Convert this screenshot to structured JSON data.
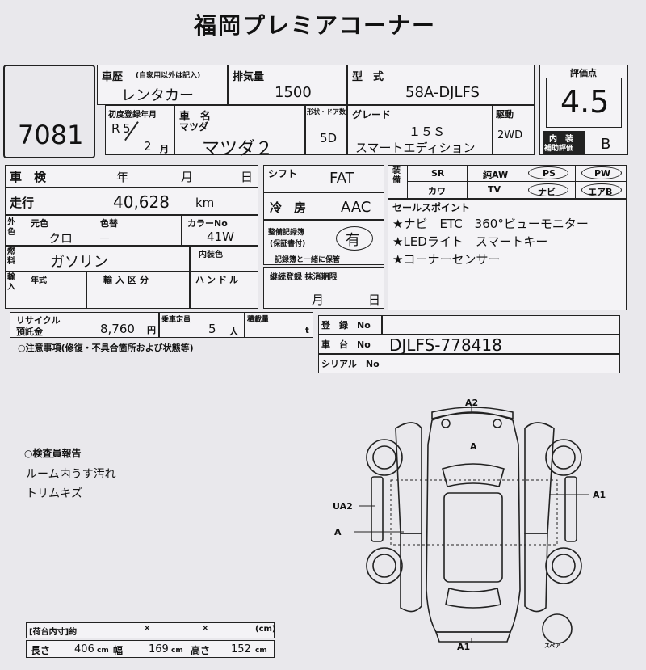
{
  "title": "福岡プレミアコーナー",
  "lot_number": "7081",
  "history": {
    "label": "車歴",
    "note": "(自家用以外は記入)",
    "value": "レンタカー"
  },
  "displacement": {
    "label": "排気量",
    "value": "1500"
  },
  "model_code": {
    "label": "型　式",
    "value": "58A-DJLFS"
  },
  "score": {
    "label": "評価点",
    "value": "4.5",
    "interior_label_1": "内　装",
    "interior_label_2": "補助評価",
    "interior_value": "B"
  },
  "first_reg": {
    "label": "初度登録年月",
    "era": "R",
    "year": "5",
    "month": "2",
    "month_unit": "月"
  },
  "car_name": {
    "label": "車　名",
    "maker": "マツダ",
    "model": "マツダ２"
  },
  "doors": {
    "label": "形状・ドア数",
    "value": "5D"
  },
  "grade": {
    "label": "グレード",
    "value_1": "１５Ｓ",
    "value_2": "スマートエディション"
  },
  "drive": {
    "label": "駆動",
    "value": "2WD"
  },
  "inspection": {
    "label": "車　検",
    "year": "年",
    "month": "月",
    "day": "日"
  },
  "mileage": {
    "label": "走行",
    "value": "40,628",
    "unit": "km"
  },
  "color": {
    "label_outer": "外色",
    "orig_label": "元色",
    "change_label": "色替",
    "orig_value": "クロ",
    "change_value": "－",
    "code_label": "カラーNo",
    "code_value": "41W"
  },
  "fuel": {
    "label": "燃料",
    "value": "ガソリン",
    "interior_color_label": "内装色"
  },
  "import": {
    "label": "輸入",
    "year_label": "年式",
    "class_label": "輸入区分",
    "handle_label": "ハンドル"
  },
  "recycle": {
    "label_1": "リサイクル",
    "label_2": "預託金",
    "value": "8,760",
    "unit": "円",
    "cap_label": "乗車定員",
    "cap_value": "5",
    "cap_unit": "人",
    "weight_label": "積載量",
    "weight_unit": "t"
  },
  "shift": {
    "label": "シフト",
    "value": "FAT"
  },
  "ac": {
    "label": "冷　房",
    "value": "AAC"
  },
  "record_book": {
    "label_1": "整備記録簿",
    "label_2": "(保証書付)",
    "value": "有",
    "note": "記録簿と一緒に保管"
  },
  "expiry": {
    "label": "継続登録 抹消期限",
    "month": "月",
    "day": "日"
  },
  "equipment": {
    "label": "装備",
    "items": [
      "SR",
      "純AW",
      "PS",
      "PW",
      "カワ",
      "TV",
      "ナビ",
      "エアB"
    ]
  },
  "sales_points": {
    "label": "セールスポイント",
    "lines": [
      "★ナビ　ETC　360°ビューモニター",
      "★LEDライト　スマートキー",
      "★コーナーセンサー"
    ]
  },
  "registration": {
    "label": "登　録　No"
  },
  "chassis": {
    "label": "車　台　No",
    "value": "DJLFS-778418"
  },
  "serial": {
    "label": "シリアル　No"
  },
  "notes_header": "○注意事項(修復・不具合箇所および状態等)",
  "inspector": {
    "label": "○検査員報告",
    "lines": [
      "ルーム内うす汚れ",
      "トリムキズ"
    ]
  },
  "diagram": {
    "marks": [
      "A2",
      "A",
      "A1",
      "UA2",
      "A",
      "A1"
    ],
    "spare_label": "スペア"
  },
  "cargo": {
    "label": "[荷台内寸]約",
    "x": "×",
    "unit": "(cm)"
  },
  "dims": {
    "length_label": "長さ",
    "length": "406",
    "width_label": "幅",
    "width": "169",
    "height_label": "高さ",
    "height": "152",
    "unit": "cm"
  }
}
